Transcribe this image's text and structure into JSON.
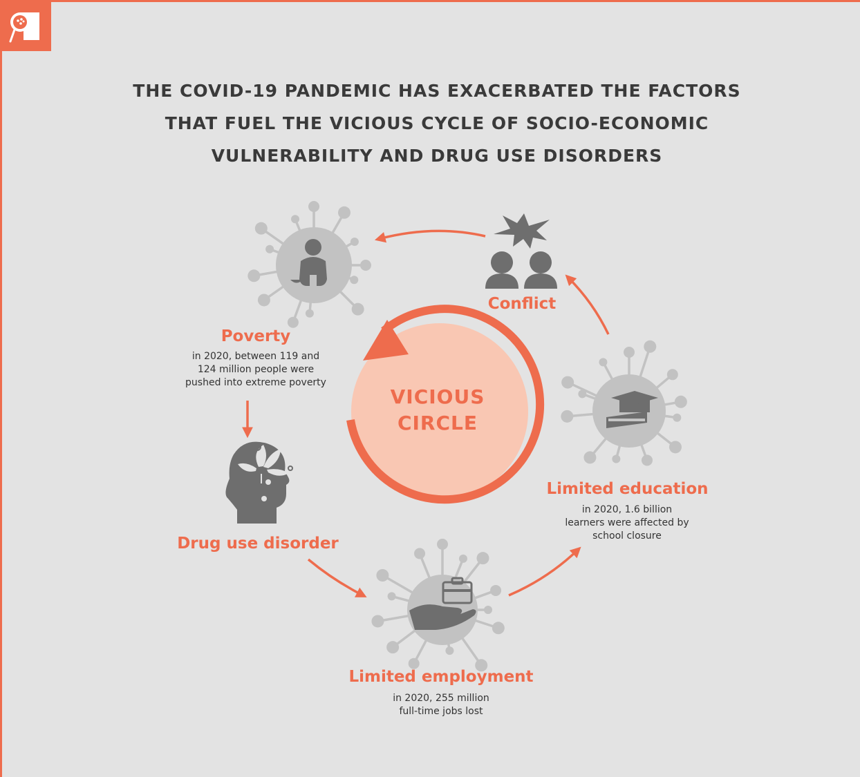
{
  "title_lines": [
    "THE COVID-19 PANDEMIC HAS EXACERBATED THE FACTORS",
    "THAT FUEL THE VICIOUS CYCLE OF SOCIO-ECONOMIC",
    "VULNERABILITY AND DRUG USE DISORDERS"
  ],
  "center": {
    "line1": "VICIOUS",
    "line2": "CIRCLE"
  },
  "nodes": {
    "poverty": {
      "label": "Poverty",
      "lines": [
        "in 2020, between 119 and",
        "124 million people were",
        "pushed  into extreme poverty"
      ]
    },
    "drug_use": {
      "label": "Drug use disorder"
    },
    "employment": {
      "label": "Limited employment",
      "lines": [
        "in 2020, 255 million",
        "full-time jobs lost"
      ]
    },
    "education": {
      "label": "Limited education",
      "lines": [
        "in 2020, 1.6 billion",
        "learners were affected by",
        "school closure"
      ]
    },
    "conflict": {
      "label": "Conflict"
    }
  },
  "colors": {
    "accent": "#ee6c4d",
    "circle_fill": "#f9c7b3",
    "icon_grey": "#6e6e6e",
    "virus_grey": "#c2c2c2"
  },
  "icons": [
    "publication-logo-icon",
    "person-poverty-icon",
    "head-drug-icon",
    "hand-briefcase-icon",
    "book-graduation-cap-icon",
    "conflict-people-icon"
  ]
}
